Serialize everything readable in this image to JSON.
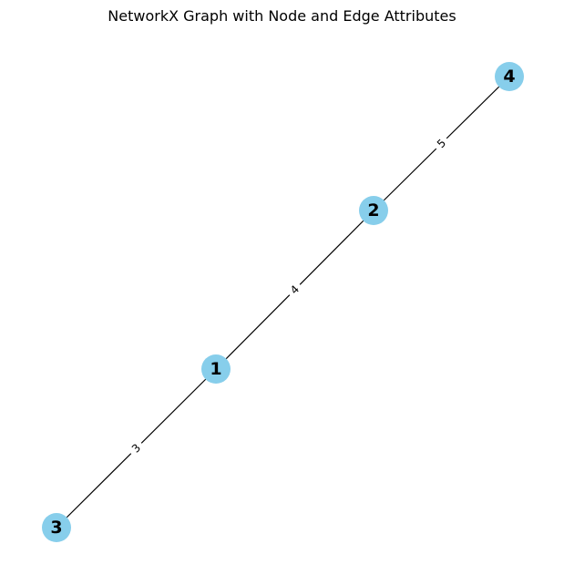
{
  "title": "NetworkX Graph with Node and Edge Attributes",
  "colors": {
    "node_fill": "#87ceeb",
    "edge": "#000000",
    "label": "#000000",
    "background": "#ffffff"
  },
  "nodes": [
    {
      "id": "1",
      "label": "1"
    },
    {
      "id": "2",
      "label": "2"
    },
    {
      "id": "3",
      "label": "3"
    },
    {
      "id": "4",
      "label": "4"
    }
  ],
  "edges": [
    {
      "source": "1",
      "target": "2",
      "label": "4"
    },
    {
      "source": "1",
      "target": "3",
      "label": "3"
    },
    {
      "source": "2",
      "target": "4",
      "label": "5"
    }
  ]
}
